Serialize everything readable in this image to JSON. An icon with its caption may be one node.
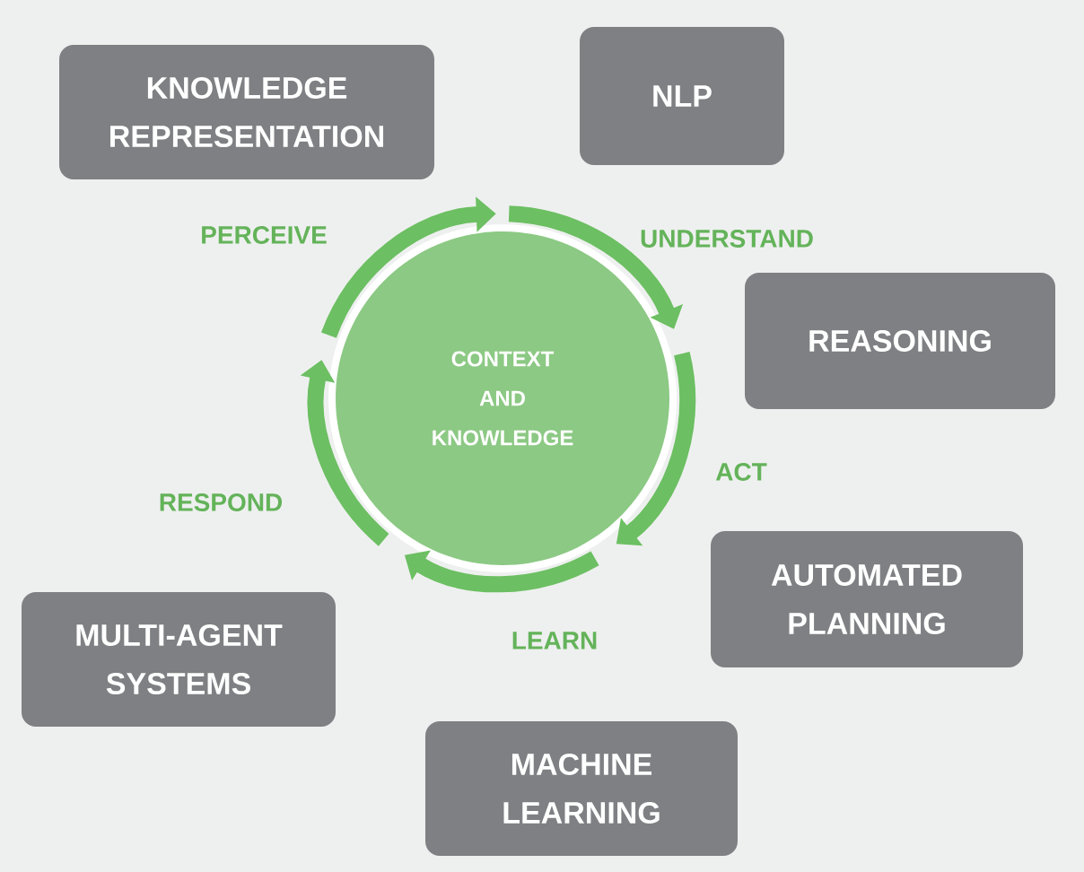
{
  "diagram": {
    "nodes": [
      {
        "text": [
          "CONTEXT AND KNOWLEDGE"
        ]
      },
      {
        "text": [
          "KNOWLEDGE REPRESENTATION"
        ]
      },
      {
        "text": [
          "NLP"
        ]
      },
      {
        "text": [
          "REASONING"
        ]
      },
      {
        "text": [
          "AUTOMATED PLANNING"
        ]
      },
      {
        "text": [
          "MULTI-AGENT SYSTEMS"
        ]
      },
      {
        "text": [
          "MACHINE LEARNING"
        ]
      }
    ],
    "edges": [],
    "labels": [
      "PERCEIVE",
      "UNDERSTAND",
      "ACT",
      "RESPOND",
      "LEARN"
    ]
  }
}
